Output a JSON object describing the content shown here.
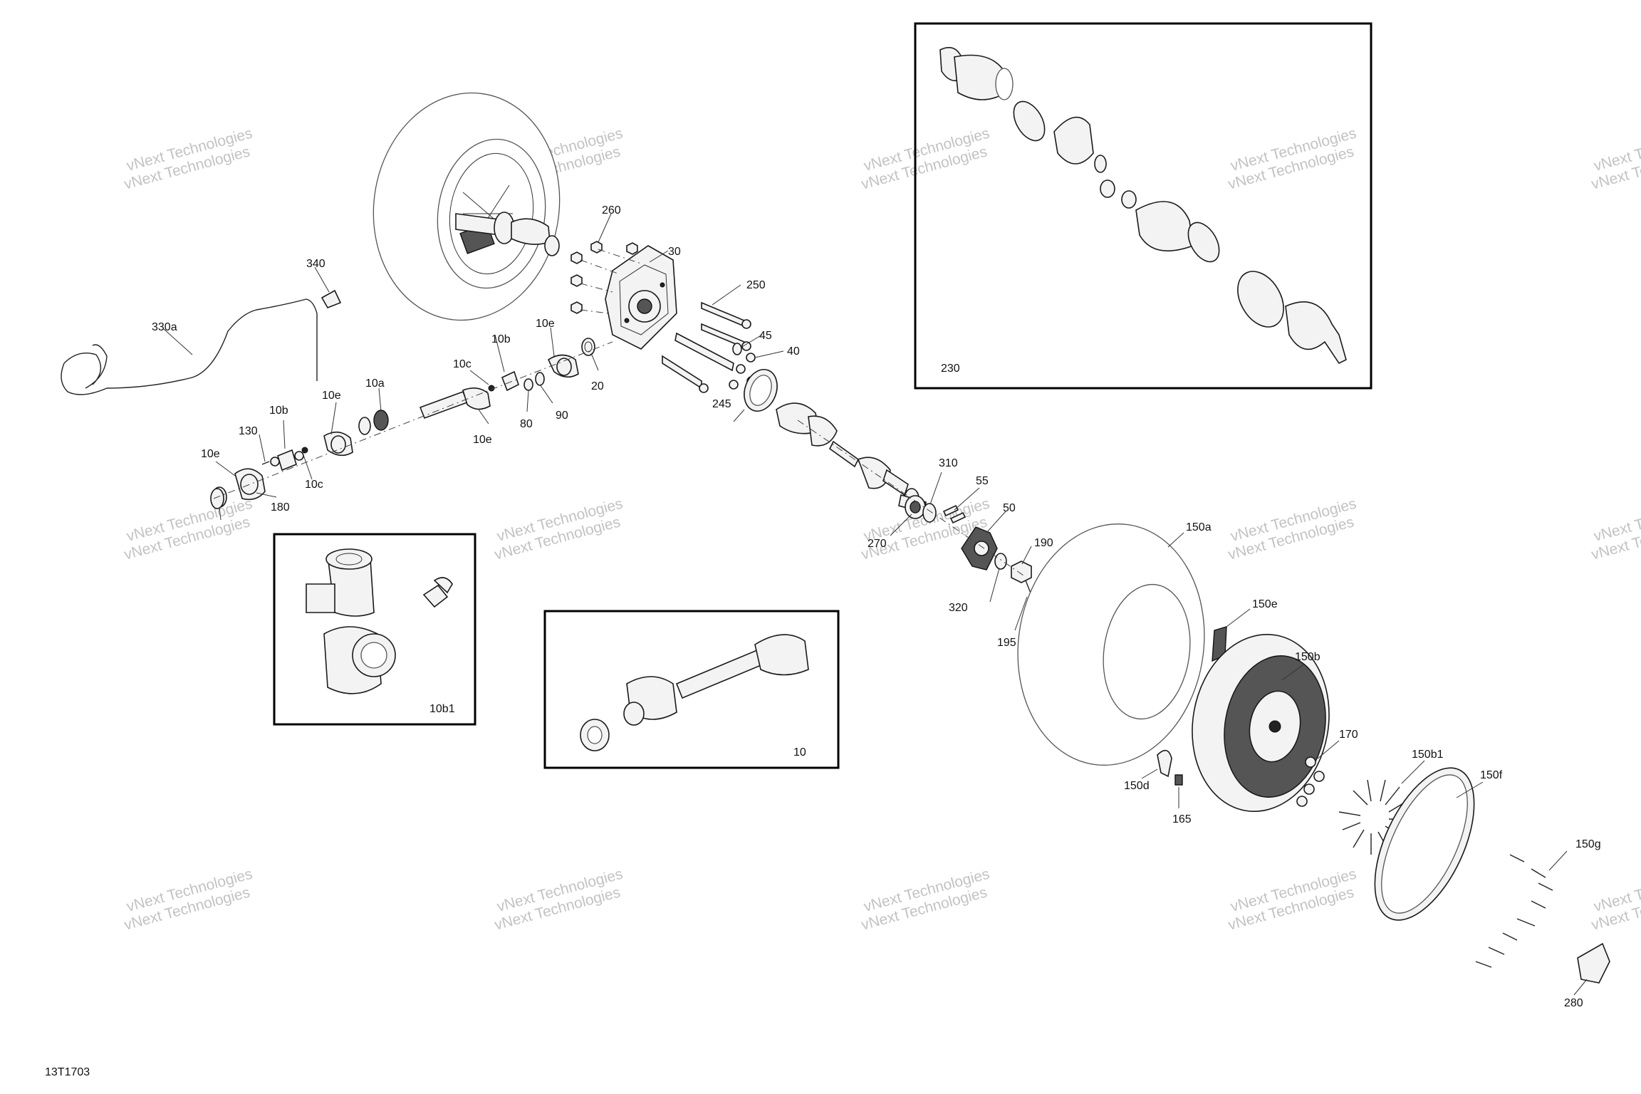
{
  "drawing_id": "13T1703",
  "watermark": {
    "line1": "vNext Technologies",
    "line2": "vNext Technologies"
  },
  "callouts": {
    "c10": "10",
    "c10a": "10a",
    "c10b": "10b",
    "c10b1": "10b1",
    "c10c": "10c",
    "c10e": "10e",
    "c20": "20",
    "c30": "30",
    "c40": "40",
    "c45": "45",
    "c50": "50",
    "c55": "55",
    "c80": "80",
    "c90": "90",
    "c130": "130",
    "c150a": "150a",
    "c150b": "150b",
    "c150b1": "150b1",
    "c150d": "150d",
    "c150e": "150e",
    "c150f": "150f",
    "c150g": "150g",
    "c165": "165",
    "c170": "170",
    "c180": "180",
    "c190": "190",
    "c195": "195",
    "c230": "230",
    "c245": "245",
    "c250": "250",
    "c260": "260",
    "c270": "270",
    "c280": "280",
    "c310": "310",
    "c320": "320",
    "c330a": "330a",
    "c340": "340"
  }
}
